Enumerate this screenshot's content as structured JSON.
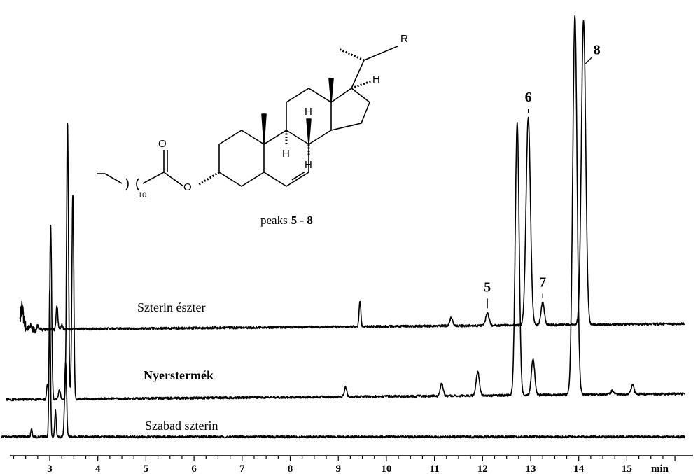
{
  "chart_data": {
    "type": "line",
    "xlabel": "min",
    "xlim": [
      2.0,
      16.2
    ],
    "xticks": [
      "3",
      "4",
      "5",
      "6",
      "7",
      "8",
      "9",
      "10",
      "11",
      "12",
      "13",
      "14",
      "15"
    ],
    "grid": false,
    "series": [
      {
        "name": "Sztérin észter",
        "label": "Szterin észter",
        "bold": false,
        "baseline": 0.0,
        "noise": [
          [
            2.5,
            0.25
          ],
          [
            2.75,
            0.1
          ],
          [
            3.3,
            0.05
          ]
        ],
        "peaks": [
          {
            "x": 2.42,
            "h": 0.6,
            "w": 0.03
          },
          {
            "x": 2.6,
            "h": 0.12,
            "w": 0.02
          },
          {
            "x": 2.75,
            "h": 0.08,
            "w": 0.02
          },
          {
            "x": 3.15,
            "h": 0.62,
            "w": 0.018
          },
          {
            "x": 3.25,
            "h": 0.12,
            "w": 0.02
          },
          {
            "x": 9.45,
            "h": 0.68,
            "w": 0.018
          },
          {
            "x": 11.35,
            "h": 0.23,
            "w": 0.03
          },
          {
            "x": 12.1,
            "h": 0.33,
            "w": 0.035
          },
          {
            "x": 12.95,
            "h": 5.6,
            "w": 0.045
          },
          {
            "x": 13.25,
            "h": 0.6,
            "w": 0.035
          },
          {
            "x": 14.1,
            "h": 8.2,
            "w": 0.045
          }
        ]
      },
      {
        "name": "Nyerstermék",
        "label": "Nyerstermék",
        "bold": true,
        "baseline": 0.0,
        "noise": [],
        "peaks": [
          {
            "x": 2.95,
            "h": 0.4,
            "w": 0.015
          },
          {
            "x": 3.02,
            "h": 4.6,
            "w": 0.02
          },
          {
            "x": 3.2,
            "h": 0.25,
            "w": 0.02
          },
          {
            "x": 3.37,
            "h": 7.3,
            "w": 0.02
          },
          {
            "x": 3.48,
            "h": 5.4,
            "w": 0.02
          },
          {
            "x": 9.15,
            "h": 0.25,
            "w": 0.025
          },
          {
            "x": 11.15,
            "h": 0.32,
            "w": 0.03
          },
          {
            "x": 11.9,
            "h": 0.62,
            "w": 0.035
          },
          {
            "x": 12.72,
            "h": 7.2,
            "w": 0.04
          },
          {
            "x": 13.05,
            "h": 0.95,
            "w": 0.035
          },
          {
            "x": 13.92,
            "h": 10.0,
            "w": 0.045
          },
          {
            "x": 14.7,
            "h": 0.1,
            "w": 0.03
          },
          {
            "x": 15.12,
            "h": 0.25,
            "w": 0.03
          }
        ]
      },
      {
        "name": "Szabad szterin",
        "label": "Szabad szterin",
        "bold": false,
        "baseline": 0.0,
        "noise": [],
        "peaks": [
          {
            "x": 2.62,
            "h": 0.2,
            "w": 0.015
          },
          {
            "x": 3.0,
            "h": 3.9,
            "w": 0.015
          },
          {
            "x": 3.12,
            "h": 0.7,
            "w": 0.015
          },
          {
            "x": 3.33,
            "h": 2.0,
            "w": 0.02
          }
        ]
      }
    ],
    "annotations": [
      {
        "text": "5",
        "x": 12.1,
        "series": "Sztérin észter"
      },
      {
        "text": "6",
        "x": 12.95,
        "series": "Sztérin észter"
      },
      {
        "text": "7",
        "x": 13.25,
        "series": "Sztérin észter"
      },
      {
        "text": "8",
        "x": 14.1,
        "series": "Sztérin észter"
      }
    ]
  },
  "structure": {
    "substituent": "R",
    "hydrogen": "H",
    "oxygen": "O",
    "subscript": "10",
    "caption_prefix": "peaks",
    "caption_range": "5 - 8"
  }
}
